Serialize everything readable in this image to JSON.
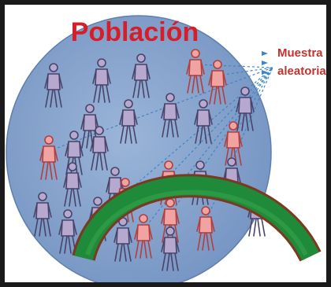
{
  "title": "Población",
  "sample_label": [
    "Muestra",
    "aleatoria"
  ],
  "colors": {
    "frame": "#1a1a1a",
    "population_fill": "#7a9ac6",
    "population_edge": "#5e7fae",
    "title_text": "#d61e2a",
    "label_text": "#c2332f",
    "person_purple": "#b7a8cf",
    "person_purple_edge": "#4a4368",
    "person_red": "#f0a3a0",
    "person_red_edge": "#b23e3e",
    "dashed_line": "#3a86c8",
    "curve_green": "#1f8a3a",
    "curve_outline": "#7a3a22"
  },
  "people": [
    {
      "color": "purple"
    },
    {
      "color": "purple"
    },
    {
      "color": "purple"
    },
    {
      "color": "red"
    },
    {
      "color": "red"
    },
    {
      "color": "purple"
    },
    {
      "color": "purple"
    },
    {
      "color": "purple"
    },
    {
      "color": "purple"
    },
    {
      "color": "purple"
    },
    {
      "color": "red"
    },
    {
      "color": "purple"
    },
    {
      "color": "purple"
    },
    {
      "color": "red"
    },
    {
      "color": "purple"
    },
    {
      "color": "purple"
    },
    {
      "color": "red"
    },
    {
      "color": "red"
    },
    {
      "color": "purple"
    },
    {
      "color": "purple"
    },
    {
      "color": "purple"
    },
    {
      "color": "purple"
    },
    {
      "color": "purple"
    },
    {
      "color": "red"
    },
    {
      "color": "purple"
    },
    {
      "color": "red"
    },
    {
      "color": "red"
    },
    {
      "color": "purple"
    },
    {
      "color": "purple"
    }
  ]
}
